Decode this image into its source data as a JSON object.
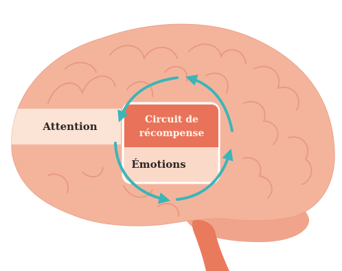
{
  "diagram": {
    "labels": {
      "attention": "Attention",
      "reward_line1": "Circuit de",
      "reward_line2": "récompense",
      "emotions": "Émotions"
    },
    "colors": {
      "brain_fill": "#f4b49c",
      "brain_outline": "#e9a38a",
      "fold_lines": "#e99a80",
      "cerebellum": "#f0a48b",
      "brainstem": "#ea7a5c",
      "attention_band": "#fbe3d6",
      "reward_box": "#e8735a",
      "emotions_box": "#fbd9c9",
      "cycle_arrows": "#3ab5b8",
      "reward_text": "#fff4ec",
      "dark_text": "#2d2623"
    }
  }
}
